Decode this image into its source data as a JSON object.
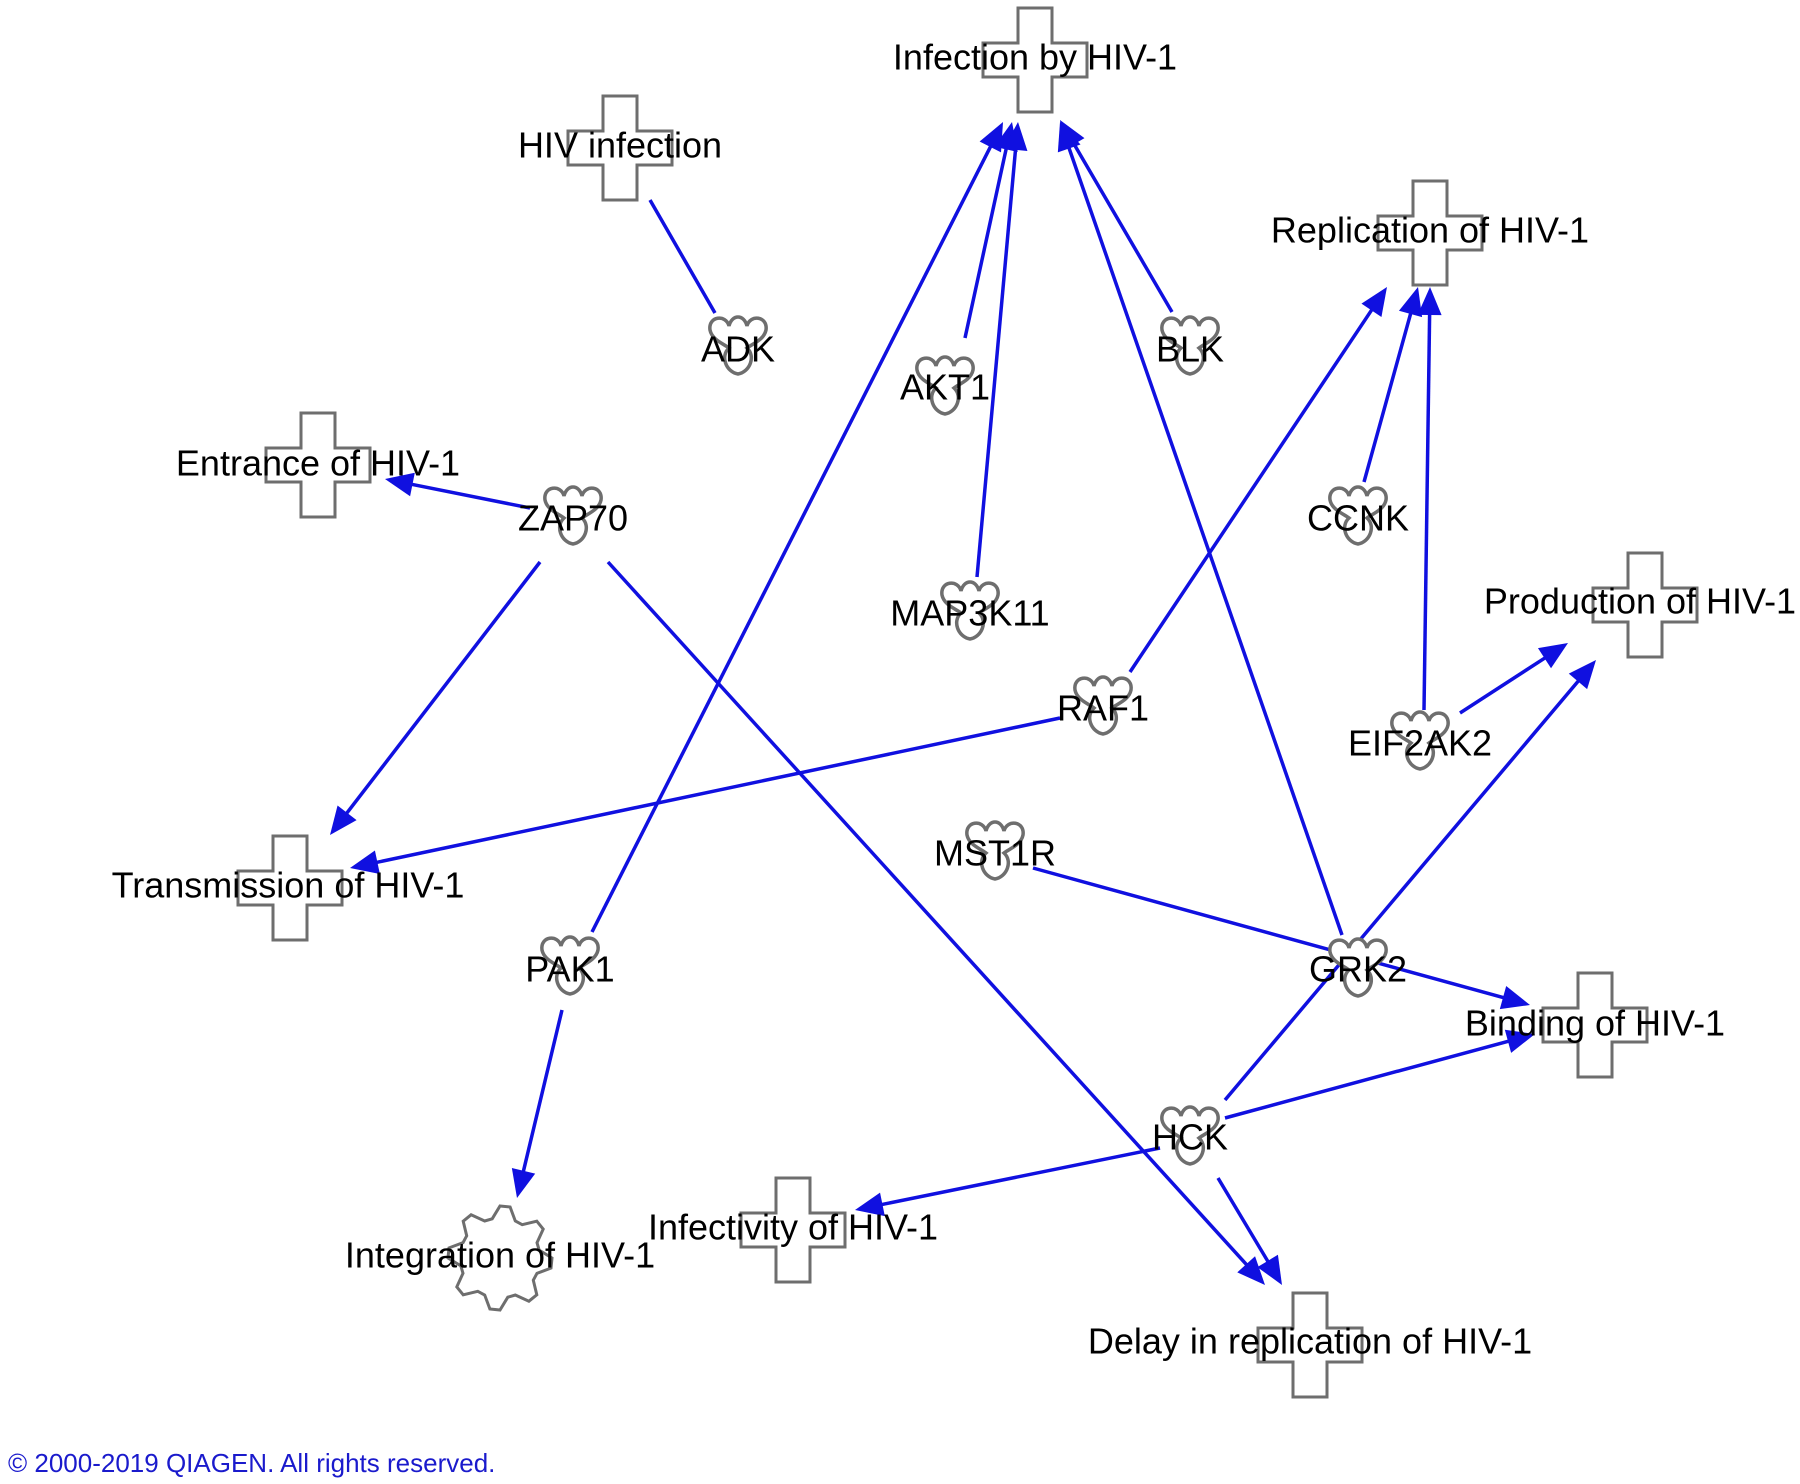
{
  "colors": {
    "edge": "#1010e0",
    "node_outline": "#6e6e6e",
    "label": "#000000",
    "copyright": "#1a1acc"
  },
  "nodes": [
    {
      "id": "infection_by_hiv1",
      "label": "Infection by HIV-1",
      "shape": "function-cross"
    },
    {
      "id": "hiv_infection",
      "label": "HIV infection",
      "shape": "function-cross"
    },
    {
      "id": "replication_of_hiv1",
      "label": "Replication of HIV-1",
      "shape": "function-cross"
    },
    {
      "id": "entrance_of_hiv1",
      "label": "Entrance of HIV-1",
      "shape": "function-cross"
    },
    {
      "id": "production_of_hiv1",
      "label": "Production of HIV-1",
      "shape": "function-cross"
    },
    {
      "id": "transmission_of_hiv1",
      "label": "Transmission of HIV-1",
      "shape": "function-cross"
    },
    {
      "id": "binding_of_hiv1",
      "label": "Binding of HIV-1",
      "shape": "function-cross"
    },
    {
      "id": "infectivity_of_hiv1",
      "label": "Infectivity of HIV-1",
      "shape": "function-cross"
    },
    {
      "id": "delay_in_replication_of_hiv1",
      "label": "Delay in replication of HIV-1",
      "shape": "function-cross"
    },
    {
      "id": "integration_of_hiv1",
      "label": "Integration of HIV-1",
      "shape": "gear"
    },
    {
      "id": "adk",
      "label": "ADK",
      "shape": "kinase"
    },
    {
      "id": "akt1",
      "label": "AKT1",
      "shape": "kinase"
    },
    {
      "id": "blk",
      "label": "BLK",
      "shape": "kinase"
    },
    {
      "id": "zap70",
      "label": "ZAP70",
      "shape": "kinase"
    },
    {
      "id": "ccnk",
      "label": "CCNK",
      "shape": "kinase"
    },
    {
      "id": "map3k11",
      "label": "MAP3K11",
      "shape": "kinase"
    },
    {
      "id": "raf1",
      "label": "RAF1",
      "shape": "kinase"
    },
    {
      "id": "eif2ak2",
      "label": "EIF2AK2",
      "shape": "kinase"
    },
    {
      "id": "mst1r",
      "label": "MST1R",
      "shape": "kinase"
    },
    {
      "id": "pak1",
      "label": "PAK1",
      "shape": "kinase"
    },
    {
      "id": "grk2",
      "label": "GRK2",
      "shape": "kinase"
    },
    {
      "id": "hck",
      "label": "HCK",
      "shape": "kinase"
    }
  ],
  "edges": [
    {
      "from": "hiv_infection",
      "to": "adk",
      "arrow": false
    },
    {
      "from": "akt1",
      "to": "infection_by_hiv1",
      "arrow": true
    },
    {
      "from": "map3k11",
      "to": "infection_by_hiv1",
      "arrow": true
    },
    {
      "from": "pak1",
      "to": "infection_by_hiv1",
      "arrow": true
    },
    {
      "from": "blk",
      "to": "infection_by_hiv1",
      "arrow": true
    },
    {
      "from": "grk2",
      "to": "infection_by_hiv1",
      "arrow": true
    },
    {
      "from": "raf1",
      "to": "replication_of_hiv1",
      "arrow": true
    },
    {
      "from": "ccnk",
      "to": "replication_of_hiv1",
      "arrow": true
    },
    {
      "from": "eif2ak2",
      "to": "replication_of_hiv1",
      "arrow": true
    },
    {
      "from": "zap70",
      "to": "entrance_of_hiv1",
      "arrow": true
    },
    {
      "from": "zap70",
      "to": "transmission_of_hiv1",
      "arrow": true
    },
    {
      "from": "zap70",
      "to": "delay_in_replication_of_hiv1",
      "arrow": true
    },
    {
      "from": "raf1",
      "to": "transmission_of_hiv1",
      "arrow": true
    },
    {
      "from": "eif2ak2",
      "to": "production_of_hiv1",
      "arrow": true
    },
    {
      "from": "hck",
      "to": "production_of_hiv1",
      "arrow": true
    },
    {
      "from": "mst1r",
      "to": "binding_of_hiv1",
      "arrow": true
    },
    {
      "from": "hck",
      "to": "binding_of_hiv1",
      "arrow": true
    },
    {
      "from": "hck",
      "to": "infectivity_of_hiv1",
      "arrow": true
    },
    {
      "from": "hck",
      "to": "delay_in_replication_of_hiv1",
      "arrow": true
    },
    {
      "from": "pak1",
      "to": "integration_of_hiv1",
      "arrow": true
    }
  ],
  "copyright": "© 2000-2019 QIAGEN. All rights reserved."
}
